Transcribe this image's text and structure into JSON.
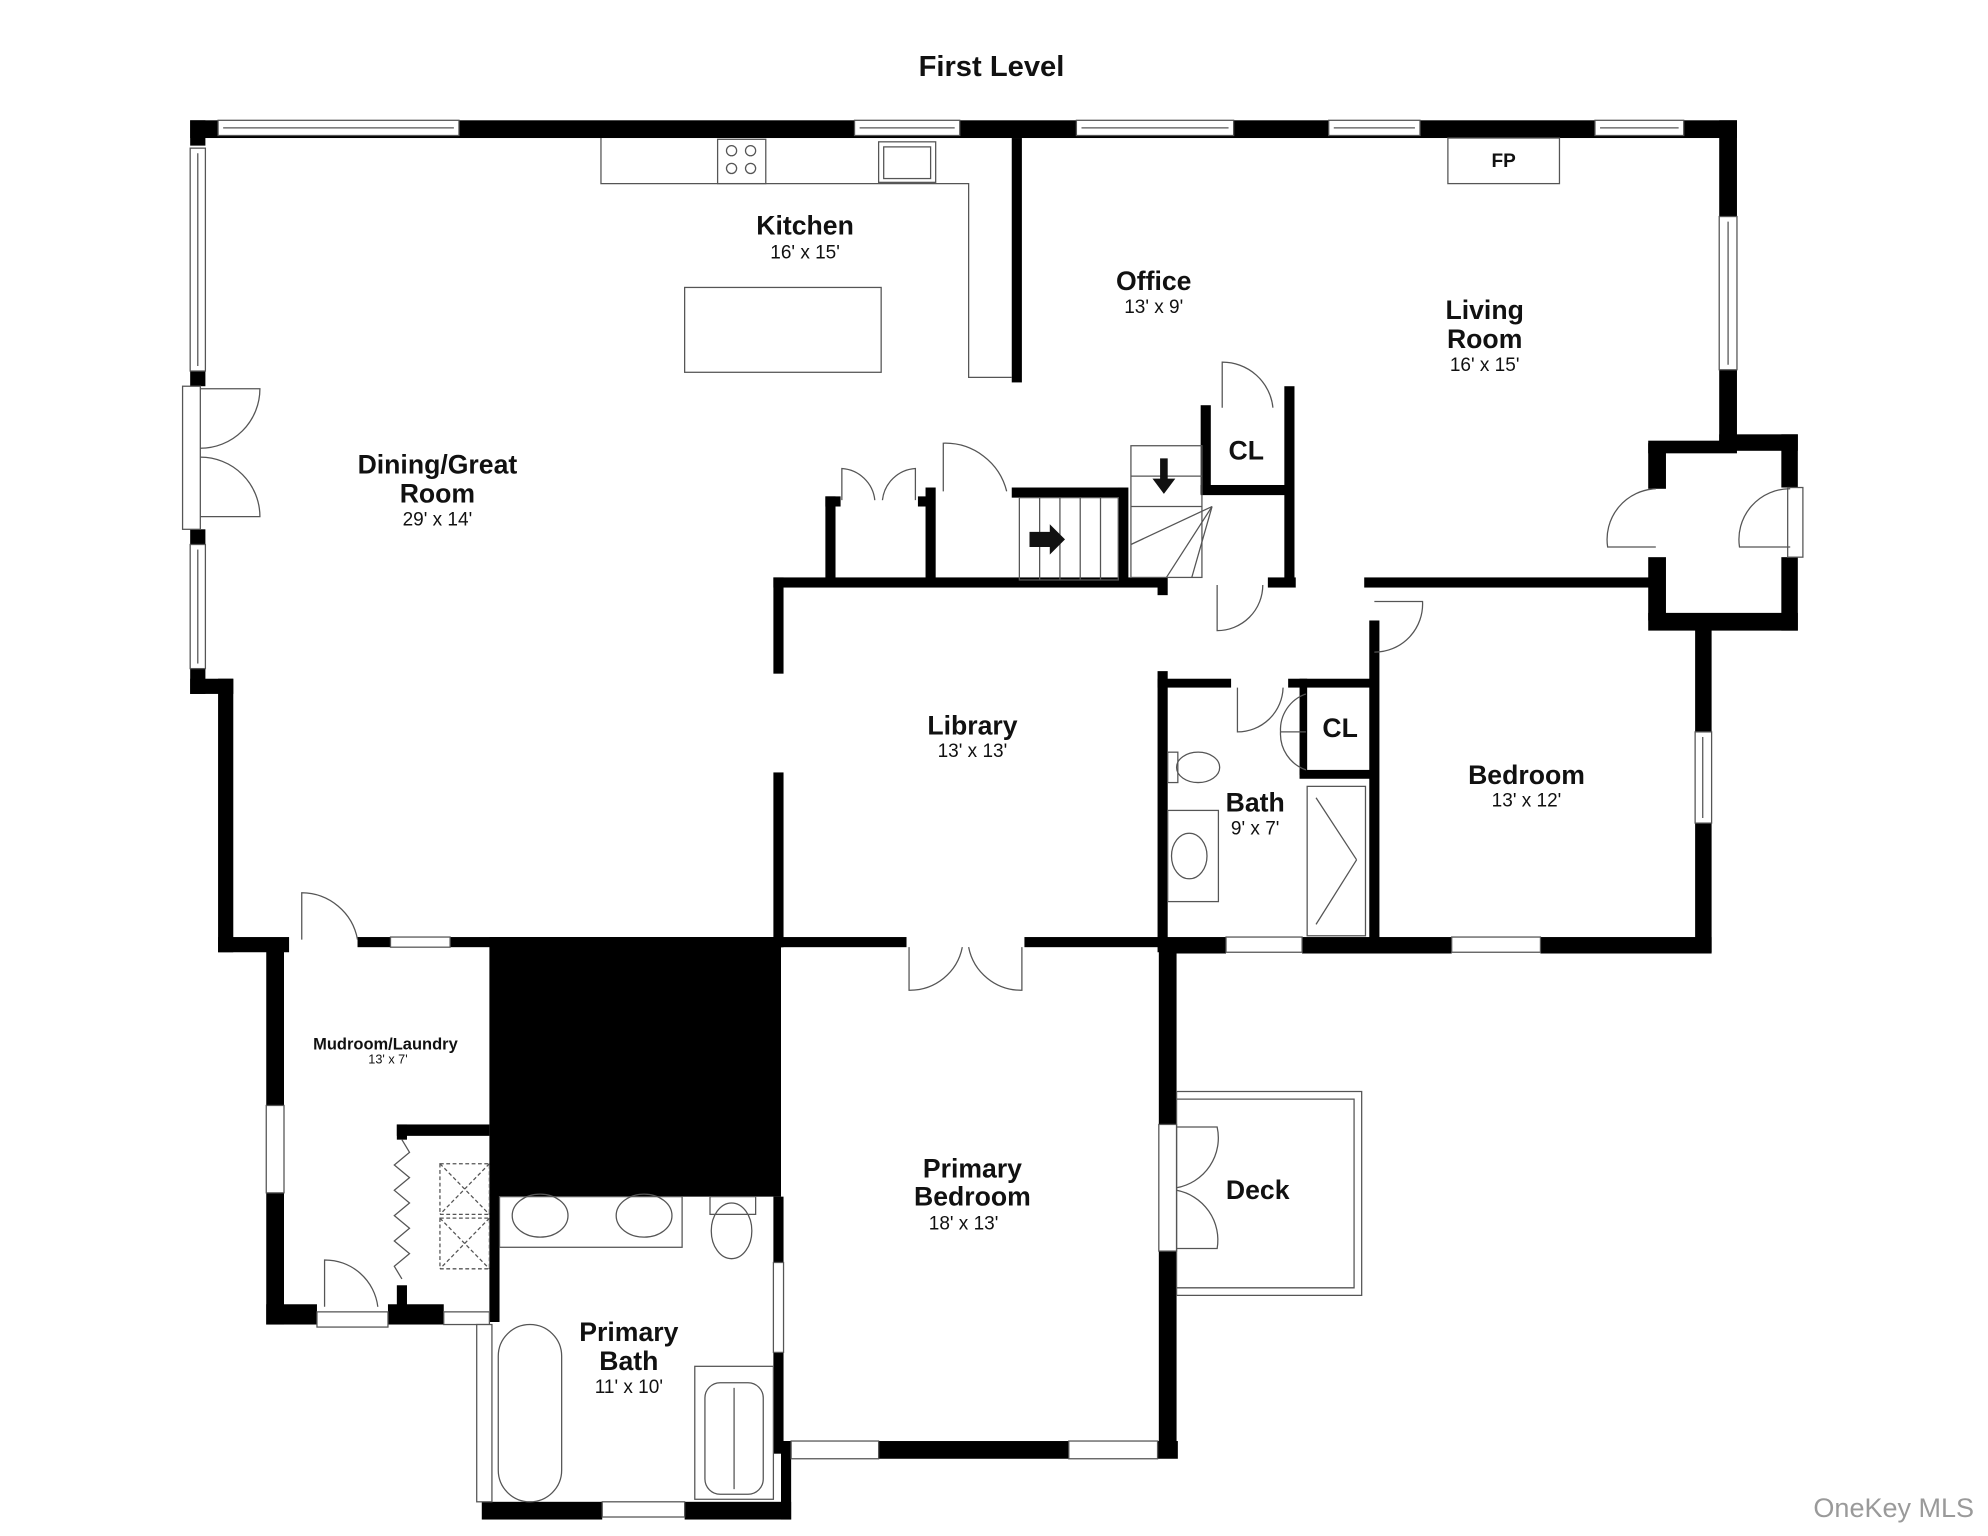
{
  "title": "First Level",
  "watermark": "OneKey MLS",
  "rooms": {
    "kitchen": {
      "name": "Kitchen",
      "dims": "16' x 15'"
    },
    "office": {
      "name": "Office",
      "dims": "13' x 9'"
    },
    "living": {
      "name_line1": "Living",
      "name_line2": "Room",
      "dims": "16' x 15'"
    },
    "dining": {
      "name_line1": "Dining/Great",
      "name_line2": "Room",
      "dims": "29' x 14'"
    },
    "library": {
      "name": "Library",
      "dims": "13' x 13'"
    },
    "bath": {
      "name": "Bath",
      "dims": "9' x 7'"
    },
    "bedroom": {
      "name": "Bedroom",
      "dims": "13' x 12'"
    },
    "mudroom": {
      "name": "Mudroom/Laundry",
      "dims": "13' x 7'"
    },
    "primary_bedroom": {
      "name_line1": "Primary",
      "name_line2": "Bedroom",
      "dims": "18' x 13'"
    },
    "primary_bath": {
      "name_line1": "Primary",
      "name_line2": "Bath",
      "dims": "11' x 10'"
    },
    "deck": {
      "name": "Deck"
    }
  },
  "labels": {
    "fireplace": "FP",
    "closet_upper": "CL",
    "closet_lower": "CL"
  },
  "colors": {
    "wall": "#000000",
    "fixture_line": "#555555",
    "watermark": "#9a9a9a"
  }
}
